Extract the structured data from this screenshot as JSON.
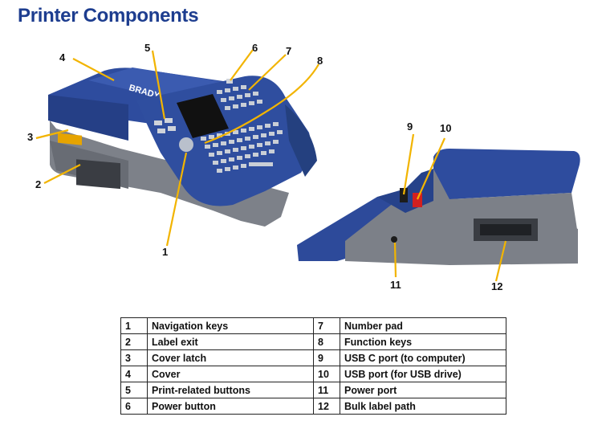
{
  "title": "Printer Components",
  "brand_text": "BRADY",
  "callouts": [
    "1",
    "2",
    "3",
    "4",
    "5",
    "6",
    "7",
    "8",
    "9",
    "10",
    "11",
    "12"
  ],
  "components": [
    {
      "num": "1",
      "label": "Navigation keys"
    },
    {
      "num": "2",
      "label": "Label exit"
    },
    {
      "num": "3",
      "label": "Cover latch"
    },
    {
      "num": "4",
      "label": "Cover"
    },
    {
      "num": "5",
      "label": "Print-related buttons"
    },
    {
      "num": "6",
      "label": "Power button"
    },
    {
      "num": "7",
      "label": "Number pad"
    },
    {
      "num": "8",
      "label": "Function keys"
    },
    {
      "num": "9",
      "label": "USB C port (to computer)"
    },
    {
      "num": "10",
      "label": "USB port (for USB drive)"
    },
    {
      "num": "11",
      "label": "Power port"
    },
    {
      "num": "12",
      "label": "Bulk label path"
    }
  ],
  "colors": {
    "title": "#1d3d8f",
    "body_blue": "#2d4a9a",
    "gray": "#7c8088",
    "callout_line": "#f2b400"
  }
}
